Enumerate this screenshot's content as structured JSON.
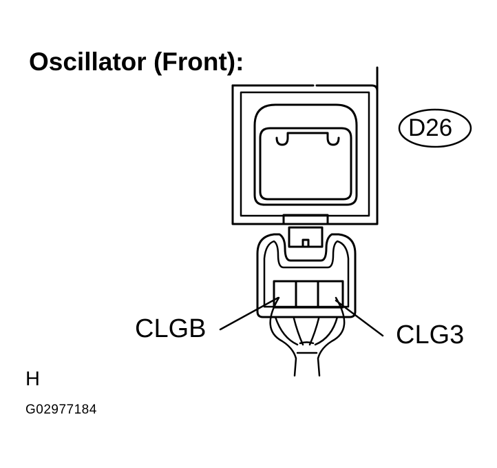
{
  "title": "Oscillator (Front):",
  "connector_code": "D26",
  "terminals": {
    "left": "CLGB",
    "right": "CLG3"
  },
  "view_letter": "H",
  "figure_id": "G02977184"
}
